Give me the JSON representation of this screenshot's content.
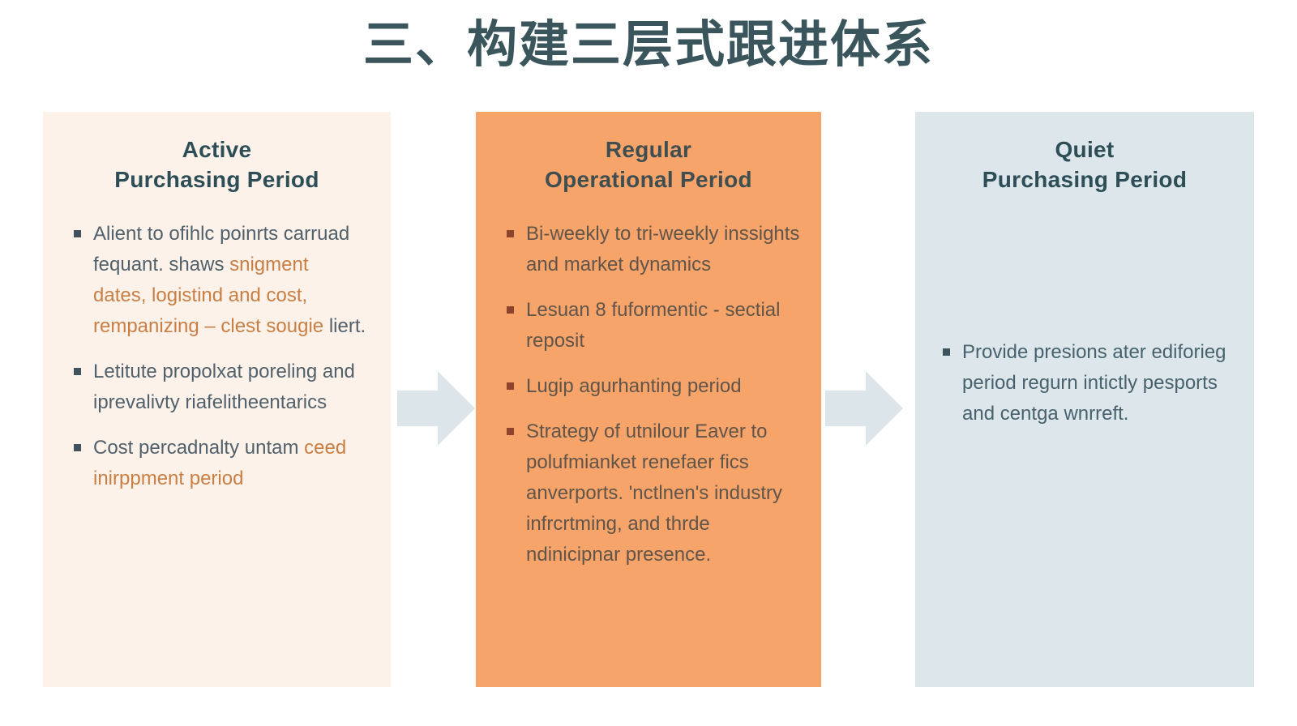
{
  "title": "三、构建三层式跟进体系",
  "colors": {
    "title": "#3a555b",
    "card_active_bg": "#fdf2ea",
    "card_regular_bg": "#f6a46a",
    "card_quiet_bg": "#dde6ea",
    "accent_orange_text": "#c97f44",
    "arrow": "#dce5ea"
  },
  "arrows": [
    {
      "icon": "right-arrow"
    },
    {
      "icon": "right-arrow"
    }
  ],
  "columns": [
    {
      "id": "active",
      "header_line1": "Active",
      "header_line2": "Purchasing Period",
      "bullets": [
        {
          "segments": [
            {
              "text": "Alient to ofihlc poinrts carruad fequant. shaws ",
              "accent": false
            },
            {
              "text": "snigment dates, logistind and cost, rempanizing – clest sougie ",
              "accent": true
            },
            {
              "text": "liert.",
              "accent": false
            }
          ]
        },
        {
          "segments": [
            {
              "text": "Letitute propolxat poreling and iprevalivty riafelitheentarics",
              "accent": false
            }
          ]
        },
        {
          "segments": [
            {
              "text": "Cost percadnalty untam ",
              "accent": false
            },
            {
              "text": "ceed inirppment period",
              "accent": true
            }
          ]
        }
      ]
    },
    {
      "id": "regular",
      "header_line1": "Regular",
      "header_line2": "Operational Period",
      "bullets": [
        {
          "segments": [
            {
              "text": "Bi-weekly to tri-weekly inssights and market dynamics",
              "accent": false
            }
          ]
        },
        {
          "segments": [
            {
              "text": "Lesuan 8 fuformentic - sectial reposit",
              "accent": false
            }
          ]
        },
        {
          "segments": [
            {
              "text": "Lugip agurhanting period",
              "accent": false
            }
          ]
        },
        {
          "segments": [
            {
              "text": "Strategy of utnilour Eaver to polufmianket renefaer fics anverports. 'nctlnen's industry infrcrtming, and thrde ndinicipnar presence.",
              "accent": false
            }
          ]
        }
      ]
    },
    {
      "id": "quiet",
      "header_line1": "Quiet",
      "header_line2": "Purchasing Period",
      "bullets": [
        {
          "segments": [
            {
              "text": "Provide presions ater ediforieg period regurn intictly pesports and centga wnrreft.",
              "accent": false
            }
          ]
        }
      ]
    }
  ]
}
